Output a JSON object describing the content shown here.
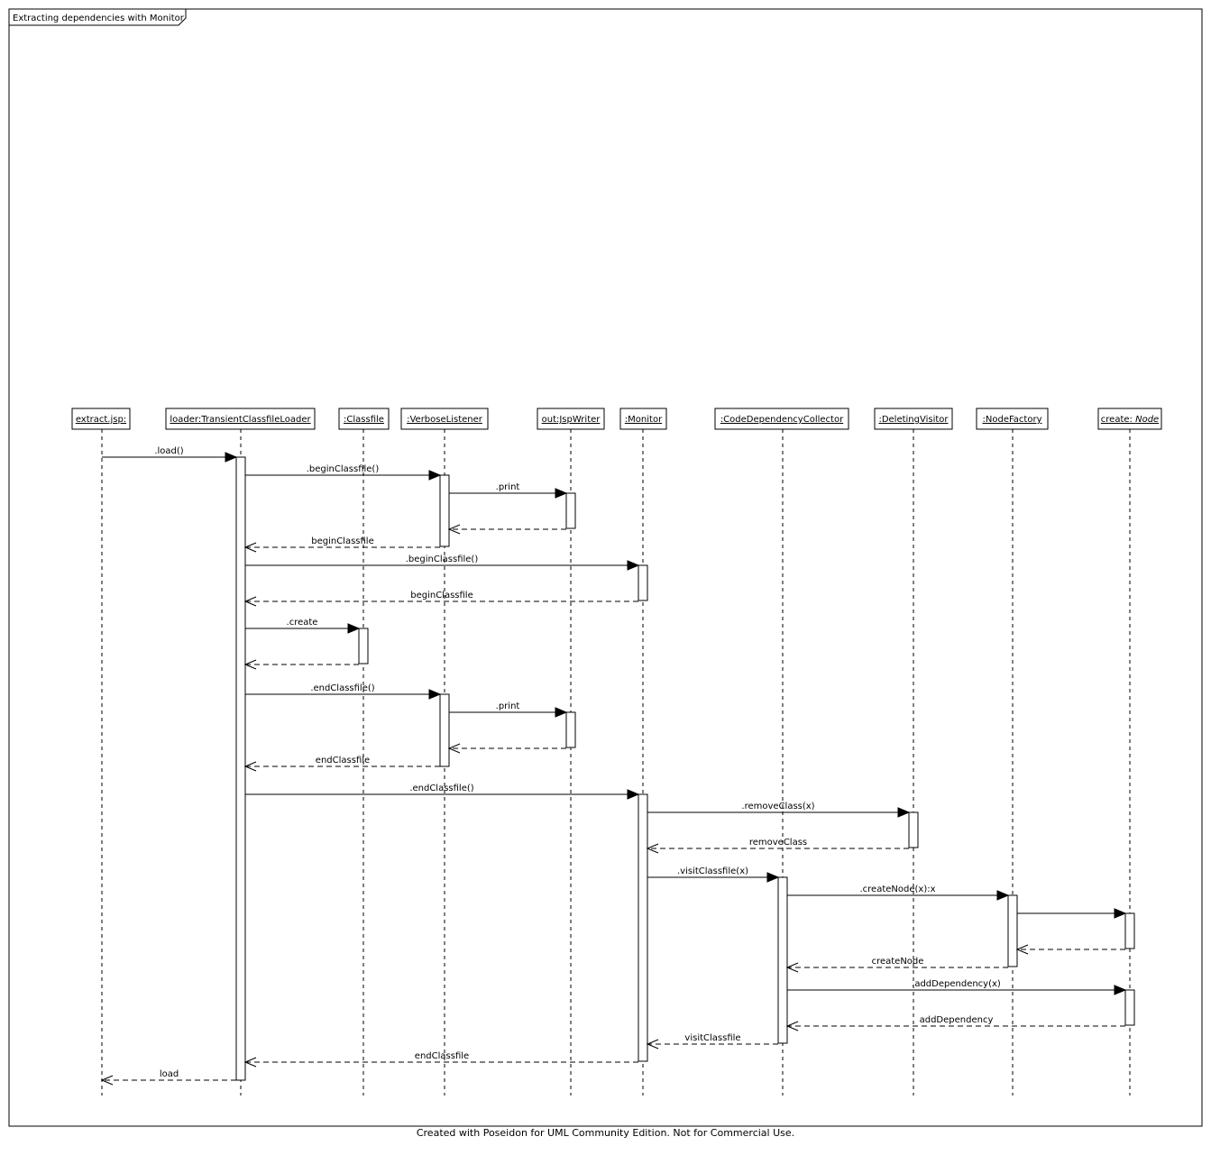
{
  "frame": {
    "title": "Extracting dependencies with Monitor"
  },
  "footer": "Created with Poseidon for UML Community Edition. Not for Commercial Use.",
  "lifelines": [
    {
      "id": "jsp",
      "label": "extract.jsp:"
    },
    {
      "id": "loader",
      "label": "loader:TransientClassfileLoader"
    },
    {
      "id": "classfile",
      "label": ":Classfile"
    },
    {
      "id": "verbose",
      "label": ":VerboseListener"
    },
    {
      "id": "out",
      "label": "out:JspWriter"
    },
    {
      "id": "monitor",
      "label": ":Monitor"
    },
    {
      "id": "collector",
      "label": ":CodeDependencyCollector"
    },
    {
      "id": "deleting",
      "label": ":DeletingVisitor"
    },
    {
      "id": "factory",
      "label": ":NodeFactory"
    },
    {
      "id": "node",
      "label": "create:",
      "label_italic": "Node"
    }
  ],
  "messages": [
    {
      "from": "jsp",
      "to": "loader",
      "label": "load()",
      "kind": "call"
    },
    {
      "from": "loader",
      "to": "verbose",
      "label": "beginClassfile()",
      "kind": "call"
    },
    {
      "from": "verbose",
      "to": "out",
      "label": "print",
      "kind": "call"
    },
    {
      "from": "out",
      "to": "verbose",
      "label": "",
      "kind": "return"
    },
    {
      "from": "verbose",
      "to": "loader",
      "label": "beginClassfile",
      "kind": "return"
    },
    {
      "from": "loader",
      "to": "monitor",
      "label": "beginClassfile()",
      "kind": "call"
    },
    {
      "from": "monitor",
      "to": "loader",
      "label": "beginClassfile",
      "kind": "return"
    },
    {
      "from": "loader",
      "to": "classfile",
      "label": "create",
      "kind": "call"
    },
    {
      "from": "classfile",
      "to": "loader",
      "label": "",
      "kind": "return"
    },
    {
      "from": "loader",
      "to": "verbose",
      "label": "endClassfile()",
      "kind": "call"
    },
    {
      "from": "verbose",
      "to": "out",
      "label": "print",
      "kind": "call"
    },
    {
      "from": "out",
      "to": "verbose",
      "label": "",
      "kind": "return"
    },
    {
      "from": "verbose",
      "to": "loader",
      "label": "endClassfile",
      "kind": "return"
    },
    {
      "from": "loader",
      "to": "monitor",
      "label": "endClassfile()",
      "kind": "call"
    },
    {
      "from": "monitor",
      "to": "deleting",
      "label": "removeClass(x)",
      "kind": "call"
    },
    {
      "from": "deleting",
      "to": "monitor",
      "label": "removeClass",
      "kind": "return"
    },
    {
      "from": "monitor",
      "to": "collector",
      "label": "visitClassfile(x)",
      "kind": "call"
    },
    {
      "from": "collector",
      "to": "factory",
      "label": "createNode(x):x",
      "kind": "call"
    },
    {
      "from": "factory",
      "to": "node",
      "label": "",
      "kind": "call"
    },
    {
      "from": "node",
      "to": "factory",
      "label": "",
      "kind": "return"
    },
    {
      "from": "factory",
      "to": "collector",
      "label": "createNode",
      "kind": "return"
    },
    {
      "from": "collector",
      "to": "node",
      "label": "addDependency(x)",
      "kind": "call"
    },
    {
      "from": "node",
      "to": "collector",
      "label": "addDependency",
      "kind": "return"
    },
    {
      "from": "collector",
      "to": "monitor",
      "label": "visitClassfile",
      "kind": "return"
    },
    {
      "from": "monitor",
      "to": "loader",
      "label": "endClassfile",
      "kind": "return"
    },
    {
      "from": "loader",
      "to": "jsp",
      "label": "load",
      "kind": "return"
    }
  ]
}
